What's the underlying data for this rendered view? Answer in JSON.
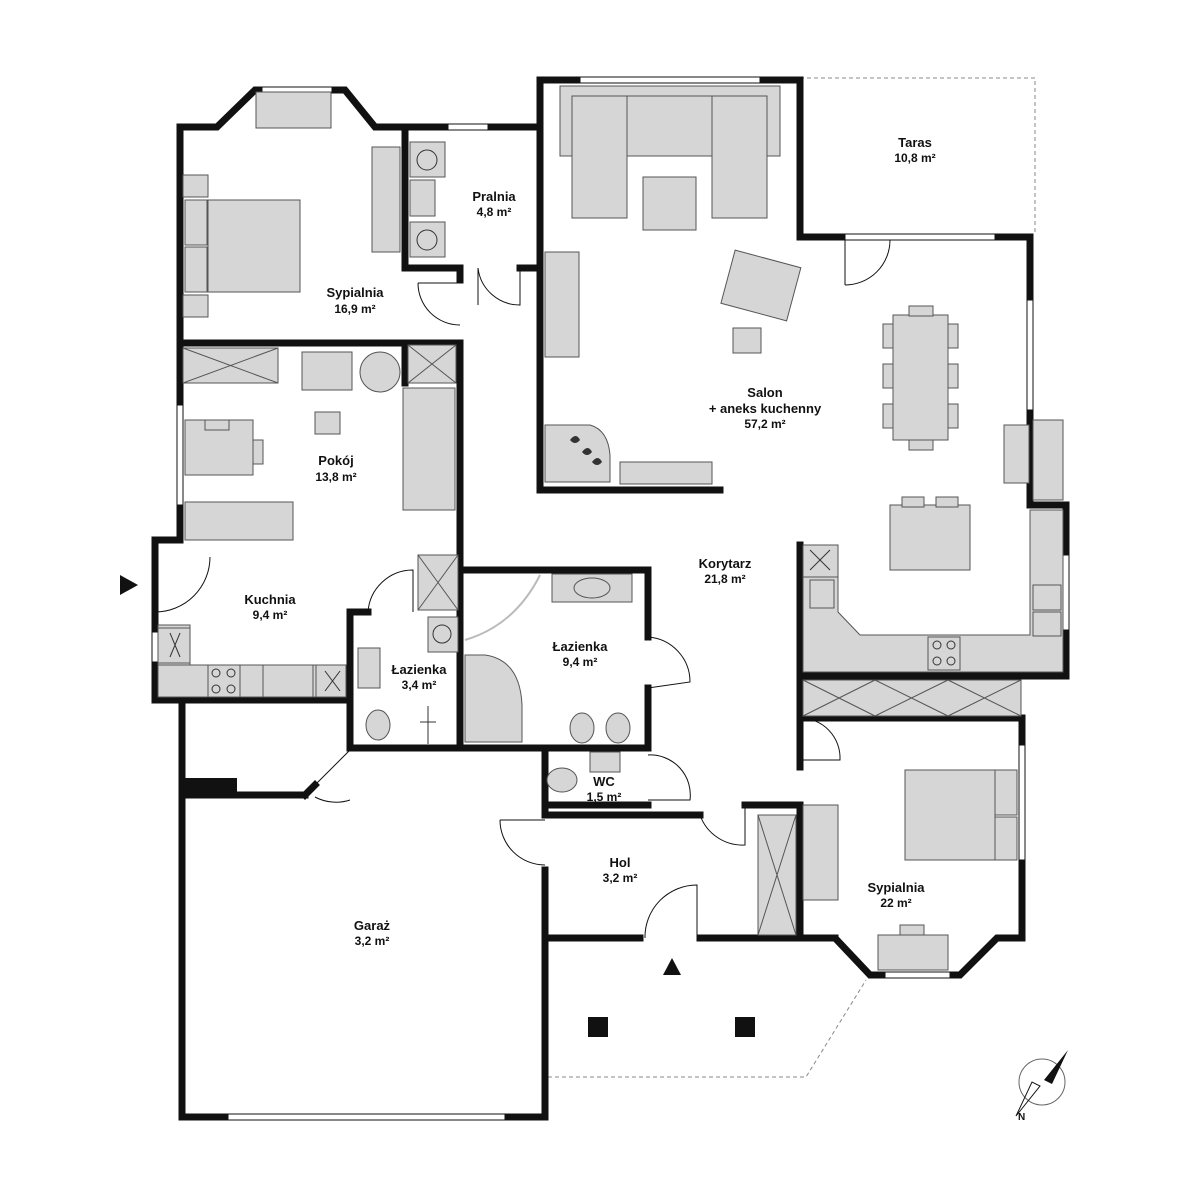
{
  "colors": {
    "wall": "#111111",
    "furniture_fill": "#d6d6d6",
    "furniture_stroke": "#555555",
    "dashed": "#888888",
    "background": "#ffffff"
  },
  "rooms": [
    {
      "id": "sypialnia-1",
      "name": "Sypialnia",
      "area": "16,9 m²"
    },
    {
      "id": "pralnia",
      "name": "Pralnia",
      "area": "4,8 m²"
    },
    {
      "id": "salon",
      "name": "Salon",
      "name_line2": "+ aneks kuchenny",
      "area": "57,2 m²"
    },
    {
      "id": "taras",
      "name": "Taras",
      "area": "10,8 m²"
    },
    {
      "id": "pokoj",
      "name": "Pokój",
      "area": "13,8 m²"
    },
    {
      "id": "kuchnia",
      "name": "Kuchnia",
      "area": "9,4 m²"
    },
    {
      "id": "korytarz",
      "name": "Korytarz",
      "area": "21,8 m²"
    },
    {
      "id": "lazienka-1",
      "name": "Łazienka",
      "area": "3,4 m²"
    },
    {
      "id": "lazienka-2",
      "name": "Łazienka",
      "area": "9,4 m²"
    },
    {
      "id": "wc",
      "name": "WC",
      "area": "1,5 m²"
    },
    {
      "id": "hol",
      "name": "Hol",
      "area": "3,2 m²"
    },
    {
      "id": "garaz",
      "name": "Garaż",
      "area": "3,2 m²"
    },
    {
      "id": "sypialnia-2",
      "name": "Sypialnia",
      "area": "22 m²"
    }
  ],
  "compass": {
    "north_label": "N"
  },
  "icons": [
    "entrance-arrow-icon",
    "main-entrance-arrow-icon",
    "compass-icon",
    "washing-machine-icon",
    "dryer-icon",
    "fridge-icon",
    "stove-icon",
    "sink-icon",
    "toilet-icon",
    "shower-icon",
    "bathtub-icon",
    "fireplace-icon",
    "door-swing-icon",
    "window-icon"
  ]
}
